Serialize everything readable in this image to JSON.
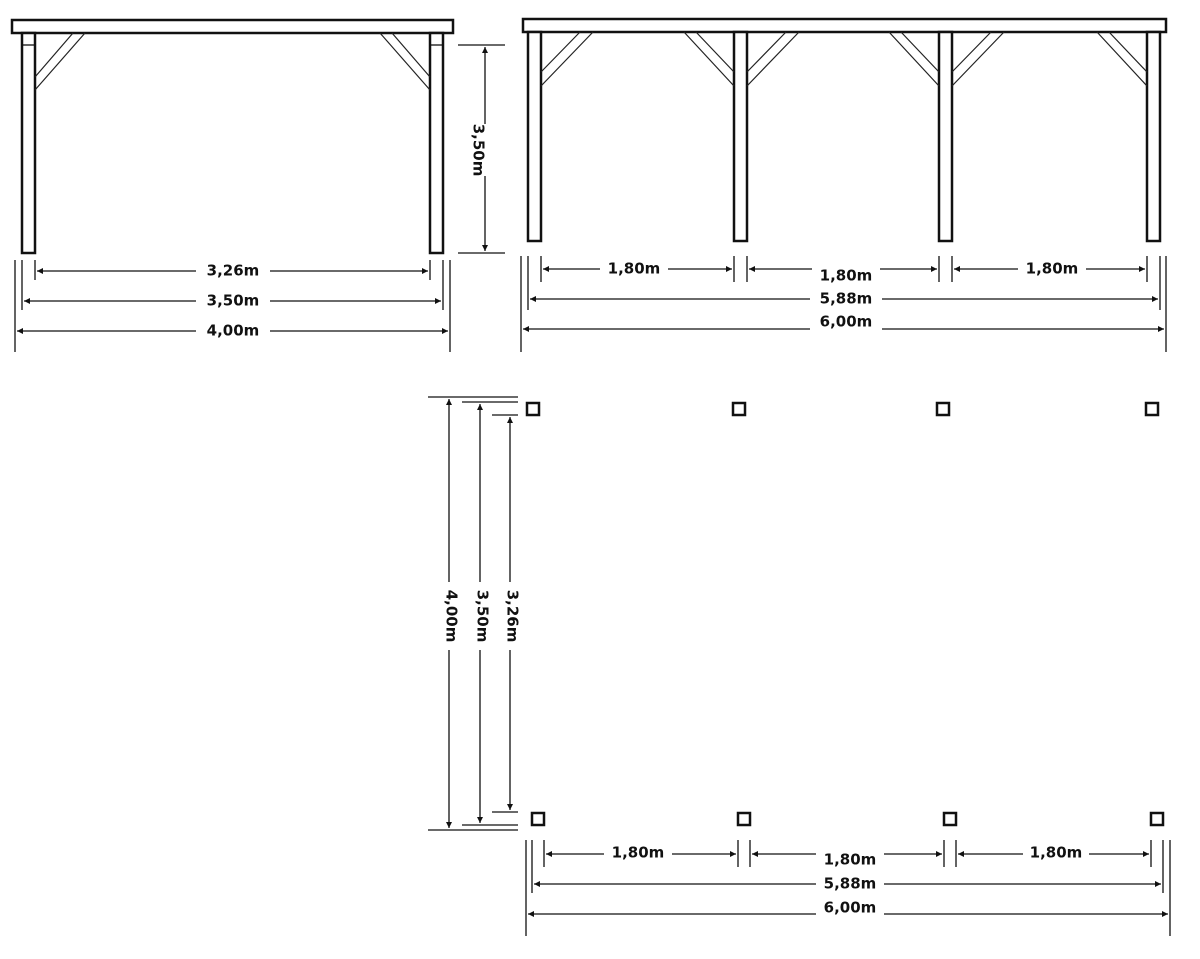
{
  "views": {
    "side": {
      "height": "3,50m",
      "inner": "3,26m",
      "posts": "3,50m",
      "total": "4,00m"
    },
    "front": {
      "bay1": "1,80m",
      "bay2": "1,80m",
      "bay3": "1,80m",
      "posts": "5,88m",
      "total": "6,00m"
    },
    "plan": {
      "depth_total": "4,00m",
      "depth_posts": "3,50m",
      "depth_inner": "3,26m",
      "bay1": "1,80m",
      "bay2": "1,80m",
      "bay3": "1,80m",
      "posts": "5,88m",
      "total": "6,00m"
    }
  }
}
